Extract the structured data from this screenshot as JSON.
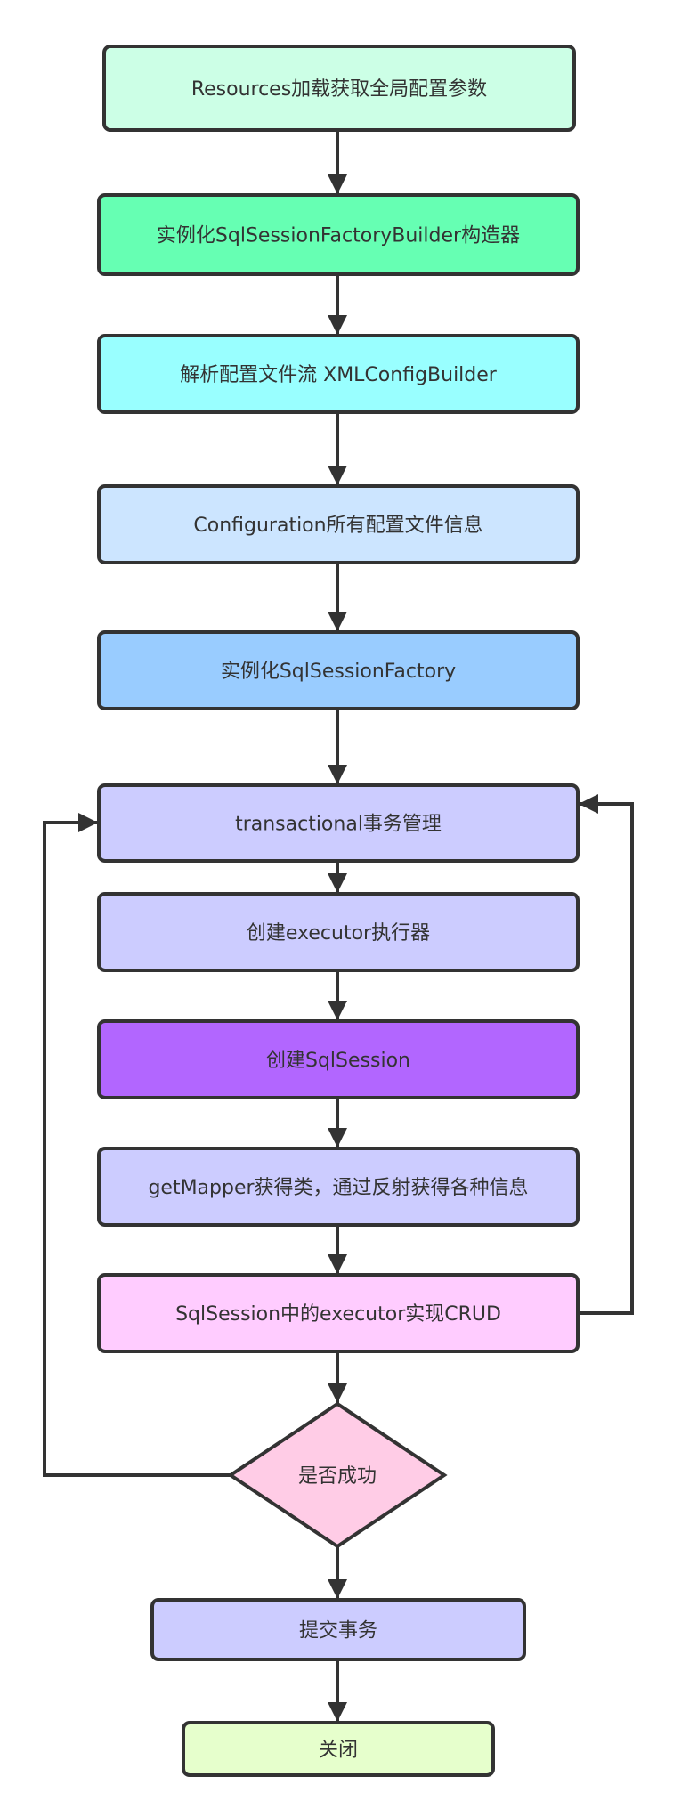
{
  "nodes": [
    {
      "id": "n1",
      "label": "Resources加载获取全局配置参数",
      "color": "#ccffe6",
      "shape": "rect"
    },
    {
      "id": "n2",
      "label": "实例化SqlSessionFactoryBuilder构造器",
      "color": "#66ffb3",
      "shape": "rect"
    },
    {
      "id": "n3",
      "label": "解析配置文件流 XMLConfigBuilder",
      "color": "#99ffff",
      "shape": "rect"
    },
    {
      "id": "n4",
      "label": "Configuration所有配置文件信息",
      "color": "#cce5ff",
      "shape": "rect"
    },
    {
      "id": "n5",
      "label": "实例化SqlSessionFactory",
      "color": "#99ccff",
      "shape": "rect"
    },
    {
      "id": "n6",
      "label": "transactional事务管理",
      "color": "#ccccff",
      "shape": "rect"
    },
    {
      "id": "n7",
      "label": "创建executor执行器",
      "color": "#ccccff",
      "shape": "rect"
    },
    {
      "id": "n8",
      "label": "创建SqlSession",
      "color": "#b266ff",
      "shape": "rect"
    },
    {
      "id": "n9",
      "label": "getMapper获得类，通过反射获得各种信息",
      "color": "#ccccff",
      "shape": "rect"
    },
    {
      "id": "n10",
      "label": "SqlSession中的executor实现CRUD",
      "color": "#ffccff",
      "shape": "rect"
    },
    {
      "id": "n11",
      "label": "是否成功",
      "color": "#ffcce6",
      "shape": "diamond"
    },
    {
      "id": "n12",
      "label": "提交事务",
      "color": "#ccccff",
      "shape": "rect"
    },
    {
      "id": "n13",
      "label": "关闭",
      "color": "#e6ffcc",
      "shape": "rect"
    }
  ],
  "edges": [
    [
      "n1",
      "n2"
    ],
    [
      "n2",
      "n3"
    ],
    [
      "n3",
      "n4"
    ],
    [
      "n4",
      "n5"
    ],
    [
      "n5",
      "n6"
    ],
    [
      "n6",
      "n7"
    ],
    [
      "n7",
      "n8"
    ],
    [
      "n8",
      "n9"
    ],
    [
      "n9",
      "n10"
    ],
    [
      "n10",
      "n11"
    ],
    [
      "n11",
      "n12"
    ],
    [
      "n12",
      "n13"
    ],
    [
      "n11",
      "n6"
    ],
    [
      "n10",
      "n6"
    ]
  ],
  "stroke_color": "#333333"
}
